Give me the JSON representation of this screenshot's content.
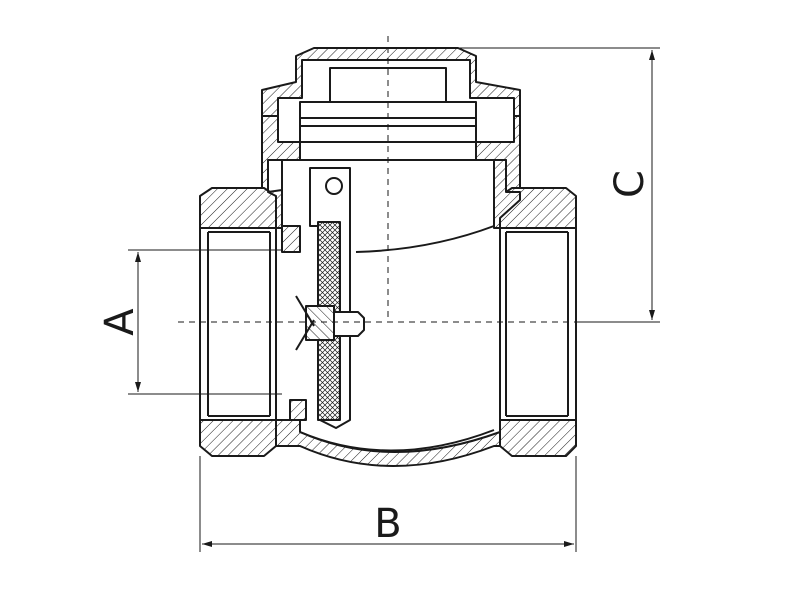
{
  "drawing": {
    "dimension_labels": {
      "a": "A",
      "b": "B",
      "c": "C"
    },
    "colors": {
      "line": "#1a1a1a",
      "background": "#ffffff"
    }
  }
}
